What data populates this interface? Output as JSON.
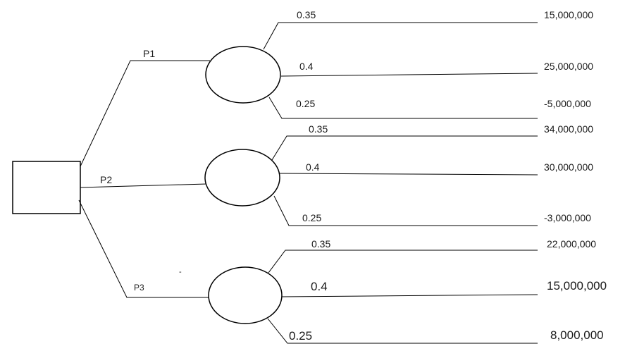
{
  "branches": [
    {
      "label": "P1",
      "outcomes": [
        {
          "prob": "0.35",
          "value": "15,000,000"
        },
        {
          "prob": "0.4",
          "value": "25,000,000"
        },
        {
          "prob": "0.25",
          "value": "-5,000,000"
        }
      ]
    },
    {
      "label": "P2",
      "outcomes": [
        {
          "prob": "0.35",
          "value": "34,000,000"
        },
        {
          "prob": "0.4",
          "value": "30,000,000"
        },
        {
          "prob": "0.25",
          "value": "-3,000,000"
        }
      ]
    },
    {
      "label": "P3",
      "outcomes": [
        {
          "prob": "0.35",
          "value": "22,000,000"
        },
        {
          "prob": "0.4",
          "value": "15,000,000"
        },
        {
          "prob": "0.25",
          "value": "8,000,000"
        }
      ]
    }
  ],
  "stray_mark": "-"
}
